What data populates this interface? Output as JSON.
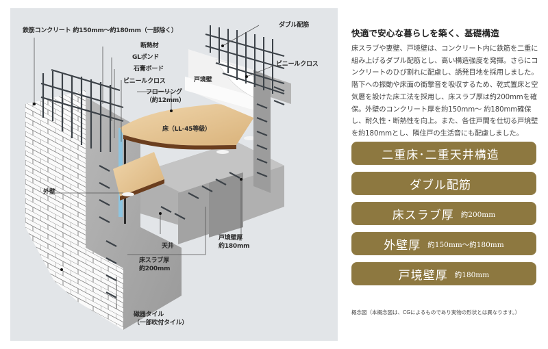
{
  "diagram": {
    "labels": {
      "rebar_concrete": "鉄筋コンクリート 約150mm〜約180mm（一部除く）",
      "insulation": "断熱材",
      "gl_bond": "GLボンド",
      "gypsum_board": "石膏ボード",
      "vinyl_cloth_left": "ビニールクロス",
      "flooring_line1": "フローリング",
      "flooring_line2": "（約12mm）",
      "floor": "床（LL-45等級）",
      "double_rebar": "ダブル配筋",
      "vinyl_cloth_right": "ビニールクロス",
      "party_wall": "戸境壁",
      "exterior_wall": "外壁",
      "ceiling": "天井",
      "slab_line1": "床スラブ厚",
      "slab_line2": "約200mm",
      "party_wall_thickness_line1": "戸境壁厚",
      "party_wall_thickness_line2": "約180mm",
      "tile_line1": "磁器タイル",
      "tile_line2": "（一部吹付タイル）"
    }
  },
  "info": {
    "heading": "快適で安心な暮らしを築く、基礎構造",
    "body": "床スラブや妻壁、戸境壁は、コンクリート内に鉄筋を二重に組み上げるダブル配筋とし、高い構造強度を発揮。さらにコンクリートのひび割れに配慮し、誘発目地を採用しました。階下への振動や床面の衝撃音を吸収するため、乾式置床と空気層を設けた床工法を採用し、床スラブ厚は約200mmを確保。外壁のコンクリート厚を約150mm〜 約180mm確保し、耐久性・断熱性を向上。また、各住戸間を仕切る戸境壁を約180mmとし、隣住戸の生活音にも配慮しました。",
    "features": [
      {
        "main": "二重床･二重天井構造",
        "sub": ""
      },
      {
        "main": "ダブル配筋",
        "sub": ""
      },
      {
        "main": "床スラブ厚",
        "sub": "約200mm"
      },
      {
        "main": "外壁厚",
        "sub": "約150mm〜約180mm"
      },
      {
        "main": "戸境壁厚",
        "sub": "約180mm"
      }
    ],
    "note": "概念図（本概念図は、CGによるものであり実物の形状とは異なります。）"
  },
  "colors": {
    "panel_bg": "#e2e5e8",
    "feature_gold": "#8d7840",
    "concrete": "#a9a9a9",
    "wood": "#e4c496",
    "rebar": "#3c4248"
  }
}
